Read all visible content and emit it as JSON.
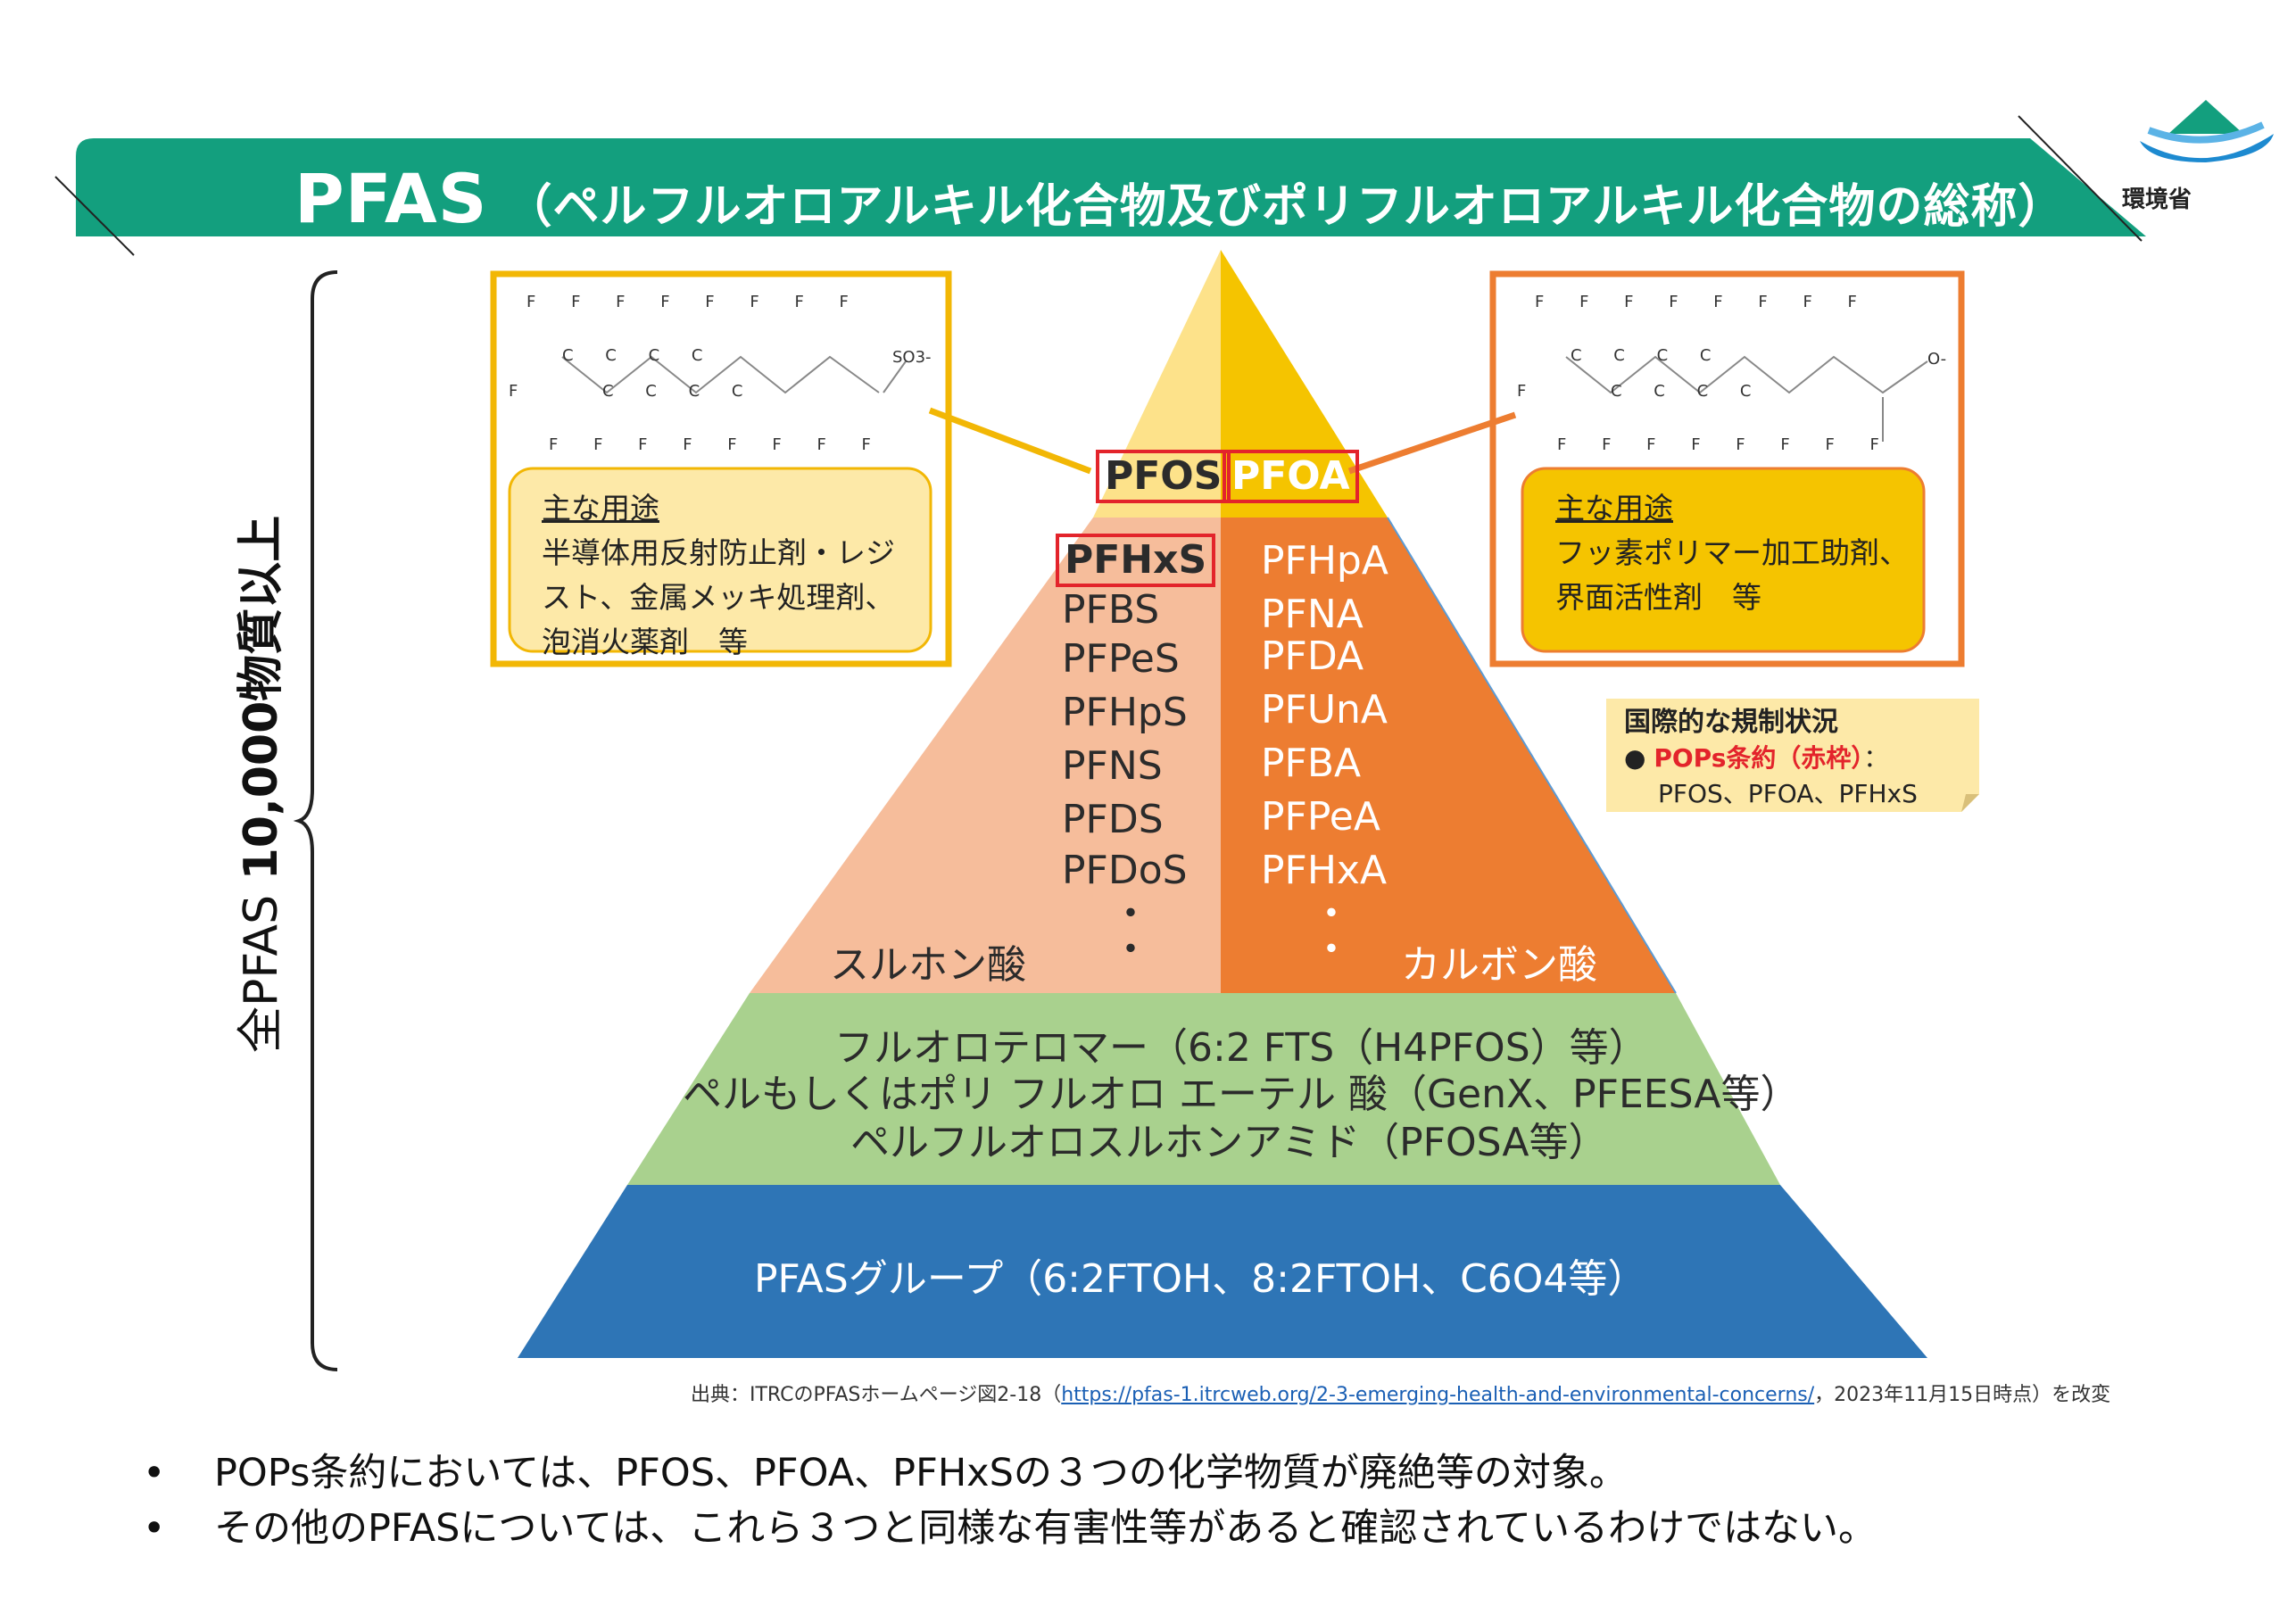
{
  "header": {
    "title_main": "PFAS",
    "title_sub": "（ペルフルオロアルキル化合物及びポリフルオロアルキル化合物の総称）",
    "logo_text": "環境省"
  },
  "side_label": {
    "prefix": "全PFAS ",
    "bold": "10,000物質以上"
  },
  "pyramid": {
    "top_left": "PFOS",
    "top_right": "PFOA",
    "left_items": [
      "PFHxS",
      "PFBS",
      "PFPeS",
      "PFHpS",
      "PFNS",
      "PFDS",
      "PFDoS"
    ],
    "right_items": [
      "PFHpA",
      "PFNA",
      "PFDA",
      "PFUnA",
      "PFBA",
      "PFPeA",
      "PFHxA"
    ],
    "left_label": "スルホン酸",
    "right_label": "カルボン酸",
    "tier3": [
      "フルオロテロマー（6:2 FTS（H4PFOS）等）",
      "ペルもしくはポリ フルオロ エーテル 酸（GenX、PFEESA等）",
      "ペルフルオロスルホンアミド（PFOSA等）"
    ],
    "tier4": "PFASグループ（6:2FTOH、8:2FTOH、C6O4等）",
    "colors": {
      "top_left": "#fde28a",
      "top_right": "#f5c400",
      "mid_left": "#f6bd9b",
      "mid_right": "#ed7d31",
      "tier3": "#a9d18e",
      "tier4": "#2e75b6",
      "banner": "#139f7e",
      "red_frame": "#e3242b"
    }
  },
  "left_box": {
    "heading": "主な用途",
    "lines": [
      "半導体用反射防止剤・レジ",
      "スト、金属メッキ処理剤、",
      "泡消火薬剤　等"
    ],
    "chem_end": "SO3-"
  },
  "right_box": {
    "heading": "主な用途",
    "lines": [
      "フッ素ポリマー加工助剤、",
      "界面活性剤　等"
    ],
    "chem_end": "O-"
  },
  "regulation": {
    "title": "国際的な規制状況",
    "bullet": "●",
    "item_red": "POPs条約（赤枠）",
    "item_colon": "：",
    "item_list": "PFOS、PFOA、PFHxS"
  },
  "source": {
    "prefix": "出典：ITRCのPFASホームページ図2-18（",
    "link": "https://pfas-1.itrcweb.org/2-3-emerging-health-and-environmental-concerns/",
    "suffix": "，2023年11月15日時点）を改変"
  },
  "bullets": [
    "POPs条約においては、PFOS、PFOA、PFHxSの３つの化学物質が廃絶等の対象。",
    "その他のPFASについては、これら３つと同様な有害性等があると確認されているわけではない。"
  ]
}
